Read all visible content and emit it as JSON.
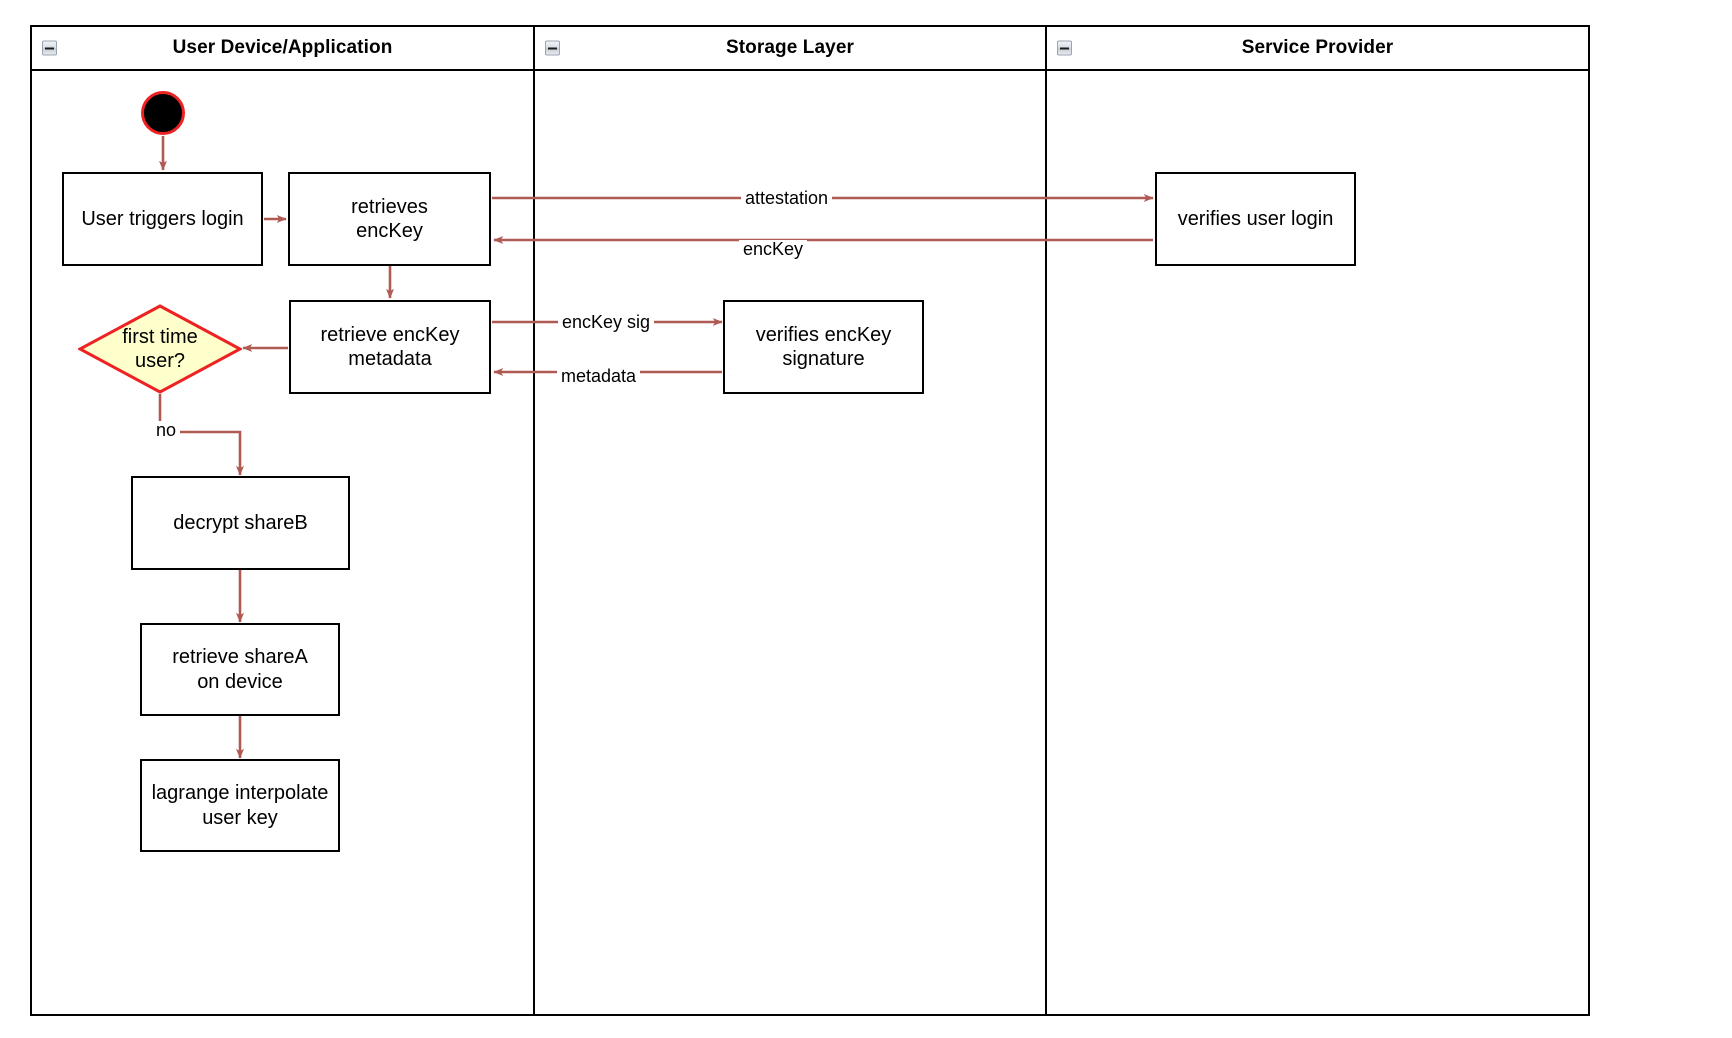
{
  "diagram": {
    "type": "swimlane-activity-diagram",
    "background_color": "#ffffff",
    "border_color": "#000000",
    "connector_color": "#b05a54",
    "start_node_fill": "#000000",
    "start_node_border": "#ee2222",
    "decision_fill": "#ffffcc",
    "decision_border": "#ee2222"
  },
  "lanes": [
    {
      "id": "user-device",
      "title": "User Device/Application",
      "collapse_icon": "collapse-minus-icon"
    },
    {
      "id": "storage-layer",
      "title": "Storage Layer",
      "collapse_icon": "collapse-minus-icon"
    },
    {
      "id": "service-provider",
      "title": "Service Provider",
      "collapse_icon": "collapse-minus-icon"
    }
  ],
  "nodes": {
    "start": {
      "name": "start-node",
      "shape": "filled-circle"
    },
    "user_triggers_login": {
      "label": "User triggers login",
      "lane": "user-device"
    },
    "retrieves_enckey": {
      "label": "retrieves\nencKey",
      "lane": "user-device"
    },
    "retrieve_enckey_metadata": {
      "label": "retrieve encKey\nmetadata",
      "lane": "user-device"
    },
    "first_time_user": {
      "label": "first time\nuser?",
      "shape": "diamond",
      "lane": "user-device"
    },
    "decrypt_shareb": {
      "label": "decrypt shareB",
      "lane": "user-device"
    },
    "retrieve_sharea": {
      "label": "retrieve shareA\non device",
      "lane": "user-device"
    },
    "lagrange_interpolate": {
      "label": "lagrange interpolate\nuser key",
      "lane": "user-device"
    },
    "verifies_enckey_signature": {
      "label": "verifies encKey\nsignature",
      "lane": "storage-layer"
    },
    "verifies_user_login": {
      "label": "verifies user login",
      "lane": "service-provider"
    }
  },
  "edge_labels": {
    "attestation": "attestation",
    "enckey": "encKey",
    "enckey_sig": "encKey sig",
    "metadata": "metadata",
    "no": "no"
  }
}
